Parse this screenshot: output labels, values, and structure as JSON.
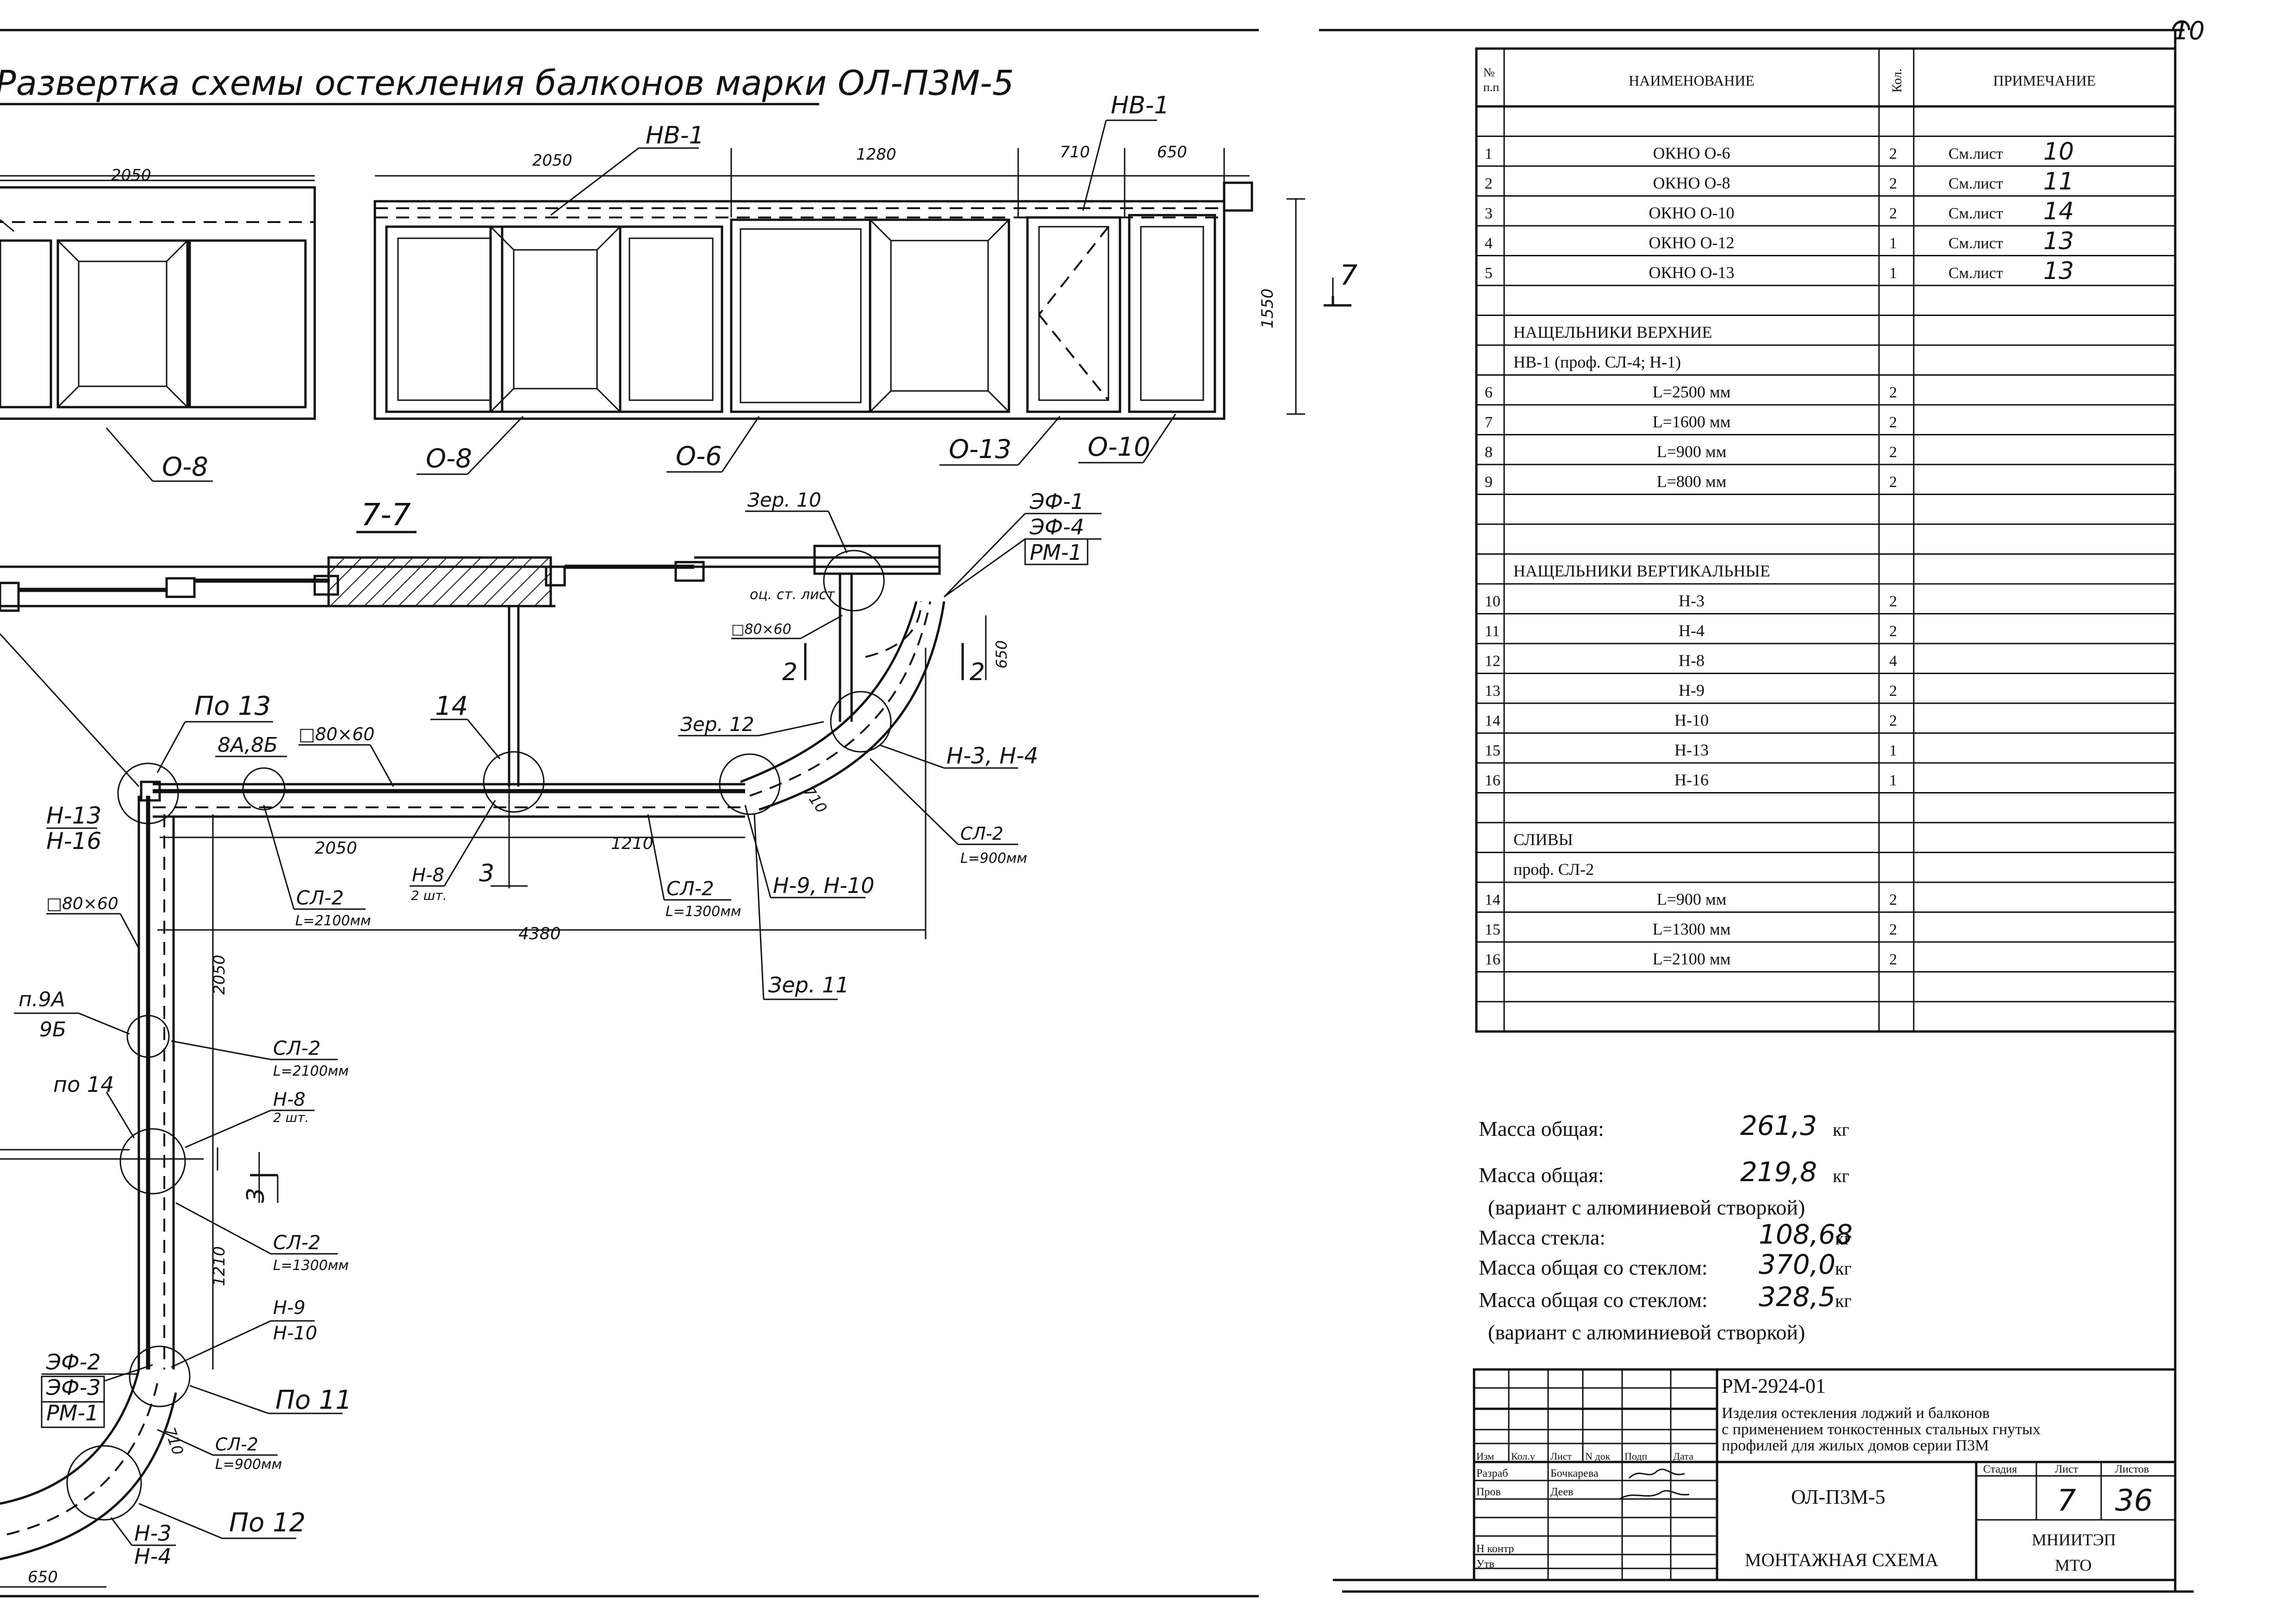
{
  "drawing": {
    "title": "Развертка схемы остекления балконов марки ОЛ-П3М-5",
    "section_label": "7-7",
    "elevation_dims": [
      "2050",
      "2050",
      "1280",
      "710",
      "650",
      "1550"
    ],
    "elevation_labels": [
      "НВ-1",
      "НВ-1",
      "О-8",
      "О-8",
      "О-6",
      "О-13",
      "О-10"
    ],
    "section_marker": "7",
    "plan_labels": [
      "Зер. 10",
      "ЭФ-1",
      "ЭФ-4",
      "РМ-1",
      "оц. ст. лист",
      "□80×60",
      "650",
      "По 13",
      "8А,8Б",
      "□80×60",
      "14",
      "Зер. 12",
      "Н-3, Н-4",
      "710",
      "СЛ-2",
      "L=900мм",
      "Н-13",
      "Н-16",
      "2050",
      "1210",
      "Н-8",
      "2 шт.",
      "3",
      "СЛ-2",
      "L=2100мм",
      "СЛ-2",
      "L=1300мм",
      "Н-9, Н-10",
      "4380",
      "Зер. 11",
      "□80×60",
      "п.9А",
      "9Б",
      "2050",
      "СЛ-2",
      "L=2100мм",
      "по 14",
      "Н-8",
      "2 шт.",
      "СЛ-2",
      "L=1300мм",
      "1210",
      "Н-9",
      "Н-10",
      "ЭФ-2",
      "ЭФ-3",
      "РМ-1",
      "По 11",
      "710",
      "СЛ-2",
      "L=900мм",
      "Н-3",
      "Н-4",
      "По 12",
      "650"
    ],
    "cut_marks": [
      "2",
      "2",
      "3"
    ]
  },
  "table": {
    "headers": {
      "num": "№ п.п",
      "name": "НАИМЕНОВАНИЕ",
      "qty": "Кол.",
      "note": "ПРИМЕЧАНИЕ"
    },
    "rows": [
      {
        "num": "",
        "name": "",
        "qty": "",
        "note": ""
      },
      {
        "num": "1",
        "name": "ОКНО О-6",
        "qty": "2",
        "note": "См.лист 10"
      },
      {
        "num": "2",
        "name": "ОКНО О-8",
        "qty": "2",
        "note": "См.лист 11"
      },
      {
        "num": "3",
        "name": "ОКНО О-10",
        "qty": "2",
        "note": "См.лист 14"
      },
      {
        "num": "4",
        "name": "ОКНО О-12",
        "qty": "1",
        "note": "См.лист 13"
      },
      {
        "num": "5",
        "name": "ОКНО О-13",
        "qty": "1",
        "note": "См.лист 13"
      },
      {
        "num": "",
        "name": "",
        "qty": "",
        "note": ""
      },
      {
        "num": "",
        "name": "НАЩЕЛЬНИКИ ВЕРХНИЕ",
        "qty": "",
        "note": ""
      },
      {
        "num": "",
        "name": "НВ-1 (проф. СЛ-4; Н-1)",
        "qty": "",
        "note": ""
      },
      {
        "num": "6",
        "name": "L=2500 мм",
        "qty": "2",
        "note": ""
      },
      {
        "num": "7",
        "name": "L=1600 мм",
        "qty": "2",
        "note": ""
      },
      {
        "num": "8",
        "name": "L=900 мм",
        "qty": "2",
        "note": ""
      },
      {
        "num": "9",
        "name": "L=800 мм",
        "qty": "2",
        "note": ""
      },
      {
        "num": "",
        "name": "",
        "qty": "",
        "note": ""
      },
      {
        "num": "",
        "name": "",
        "qty": "",
        "note": ""
      },
      {
        "num": "",
        "name": "НАЩЕЛЬНИКИ ВЕРТИКАЛЬНЫЕ",
        "qty": "",
        "note": ""
      },
      {
        "num": "10",
        "name": "Н-3",
        "qty": "2",
        "note": ""
      },
      {
        "num": "11",
        "name": "Н-4",
        "qty": "2",
        "note": ""
      },
      {
        "num": "12",
        "name": "Н-8",
        "qty": "4",
        "note": ""
      },
      {
        "num": "13",
        "name": "Н-9",
        "qty": "2",
        "note": ""
      },
      {
        "num": "14",
        "name": "Н-10",
        "qty": "2",
        "note": ""
      },
      {
        "num": "15",
        "name": "Н-13",
        "qty": "1",
        "note": ""
      },
      {
        "num": "16",
        "name": "Н-16",
        "qty": "1",
        "note": ""
      },
      {
        "num": "",
        "name": "",
        "qty": "",
        "note": ""
      },
      {
        "num": "",
        "name": "СЛИВЫ",
        "qty": "",
        "note": ""
      },
      {
        "num": "",
        "name": "проф. СЛ-2",
        "qty": "",
        "note": ""
      },
      {
        "num": "14",
        "name": "L=900 мм",
        "qty": "2",
        "note": ""
      },
      {
        "num": "15",
        "name": "L=1300 мм",
        "qty": "2",
        "note": ""
      },
      {
        "num": "16",
        "name": "L=2100 мм",
        "qty": "2",
        "note": ""
      },
      {
        "num": "",
        "name": "",
        "qty": "",
        "note": ""
      },
      {
        "num": "",
        "name": "",
        "qty": "",
        "note": ""
      }
    ]
  },
  "masses": [
    {
      "label": "Масса общая:",
      "value": "261,3",
      "unit": "кг"
    },
    {
      "label": "Масса общая:",
      "value": "219,8",
      "unit": "кг"
    },
    {
      "label": "(вариант с алюминиевой створкой)",
      "value": "",
      "unit": ""
    },
    {
      "label": "Масса стекла:",
      "value": "108,68",
      "unit": "кг"
    },
    {
      "label": "Масса общая со стеклом:",
      "value": "370,0",
      "unit": "кг"
    },
    {
      "label": "Масса общая со стеклом:",
      "value": "328,5",
      "unit": "кг"
    },
    {
      "label": "(вариант с алюминиевой створкой)",
      "value": "",
      "unit": ""
    }
  ],
  "title_block": {
    "code": "РМ-2924-01",
    "description": [
      "Изделия остекления лоджий и балконов",
      "с применением тонкостенных стальных гнутых",
      "профилей для жилых домов серии П3М"
    ],
    "col_headers": [
      "Изм",
      "Кол.у",
      "Лист",
      "N док",
      "Подп",
      "Дата"
    ],
    "roles": [
      {
        "role": "Разраб",
        "name": "Бочкарева"
      },
      {
        "role": "Пров",
        "name": "Деев"
      },
      {
        "role": "Н контр",
        "name": ""
      },
      {
        "role": "Утв",
        "name": ""
      }
    ],
    "mark": "ОЛ-П3М-5",
    "sheet_title": "МОНТАЖНАЯ СХЕМА",
    "stage_label": "Стадия",
    "sheet_label": "Лист",
    "sheets_label": "Листов",
    "sheet": "7",
    "sheets": "36",
    "org": [
      "МНИИТЭП",
      "МТО"
    ],
    "page_corner": "10"
  }
}
